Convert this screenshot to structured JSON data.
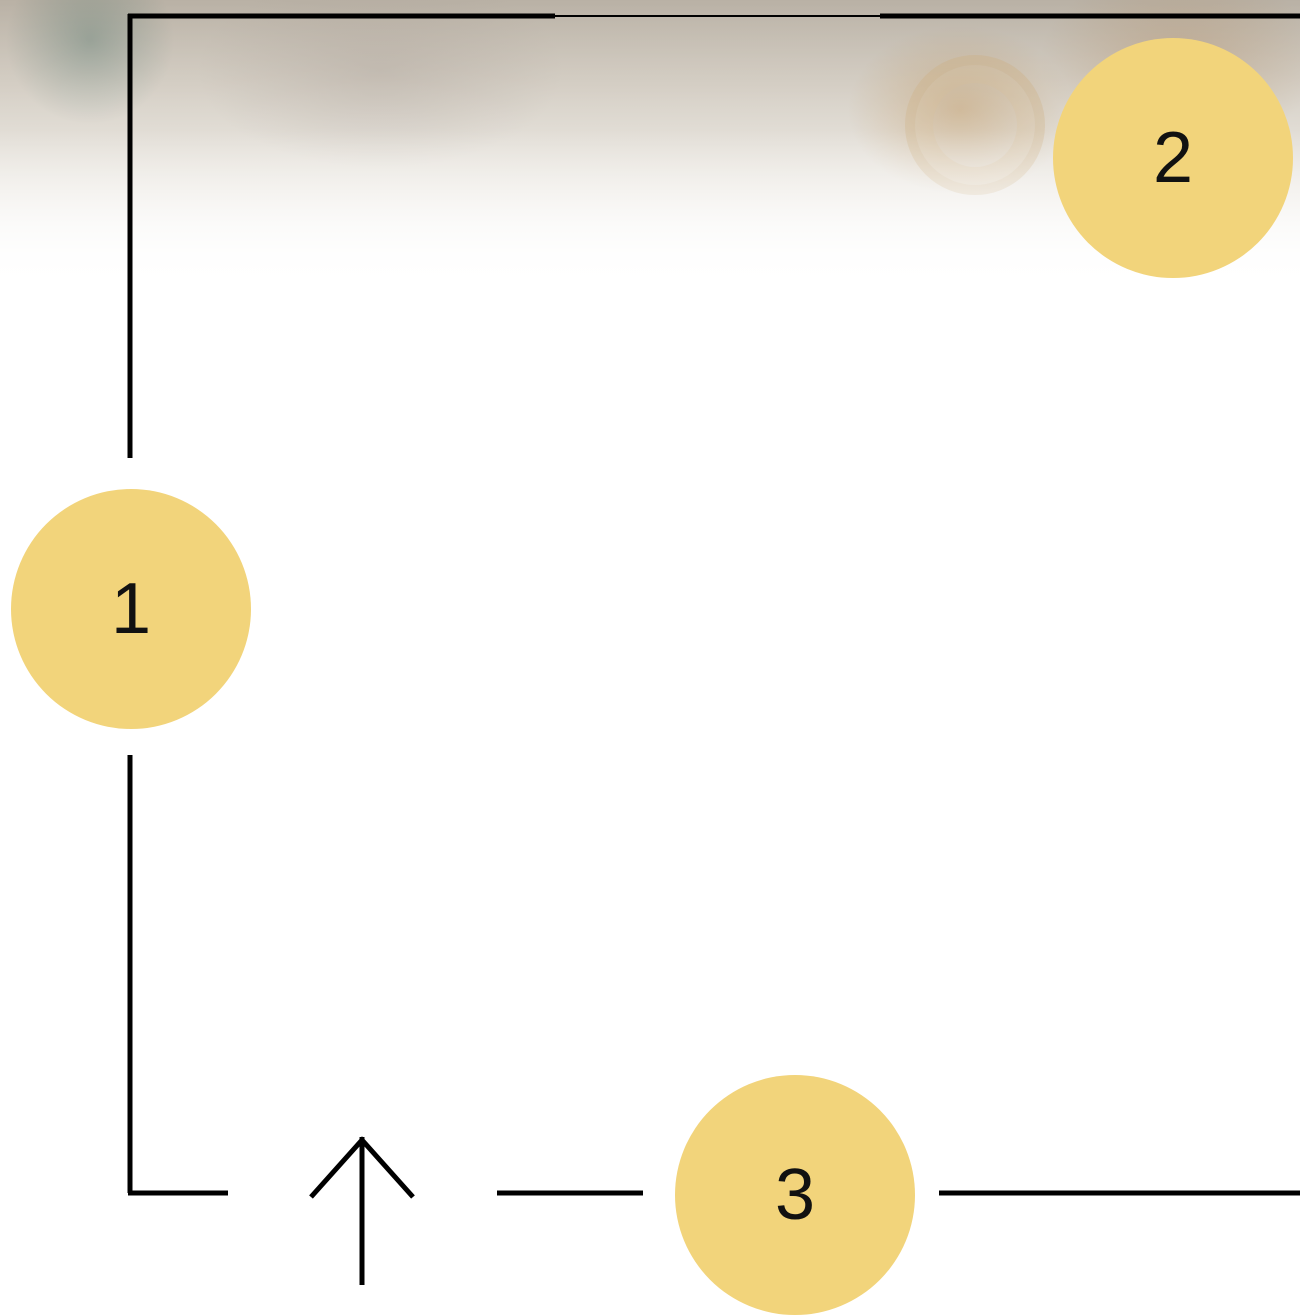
{
  "steps": [
    {
      "number": "1"
    },
    {
      "number": "2"
    },
    {
      "number": "3"
    }
  ],
  "colors": {
    "badge_fill": "#f2d47b",
    "line": "#000000",
    "background": "#ffffff"
  },
  "icons": {
    "arrow": "up-arrow-icon"
  }
}
